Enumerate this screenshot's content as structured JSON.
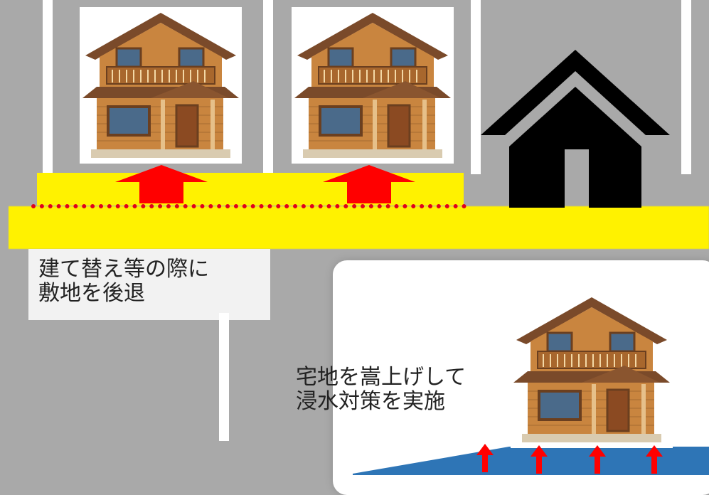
{
  "labels": {
    "setback": [
      "建て替え等の際に",
      "敷地を後退"
    ],
    "raise": [
      "宅地を嵩上げして",
      "浸水対策を実施"
    ]
  },
  "colors": {
    "road_band": "#fff200",
    "setback_line": "#e0001b",
    "arrow": "#ff0000",
    "ground": "#2e75b6",
    "building_icon": "#000000"
  },
  "icons": [
    "house-illustration",
    "house-silhouette-icon",
    "up-arrow-icon"
  ]
}
